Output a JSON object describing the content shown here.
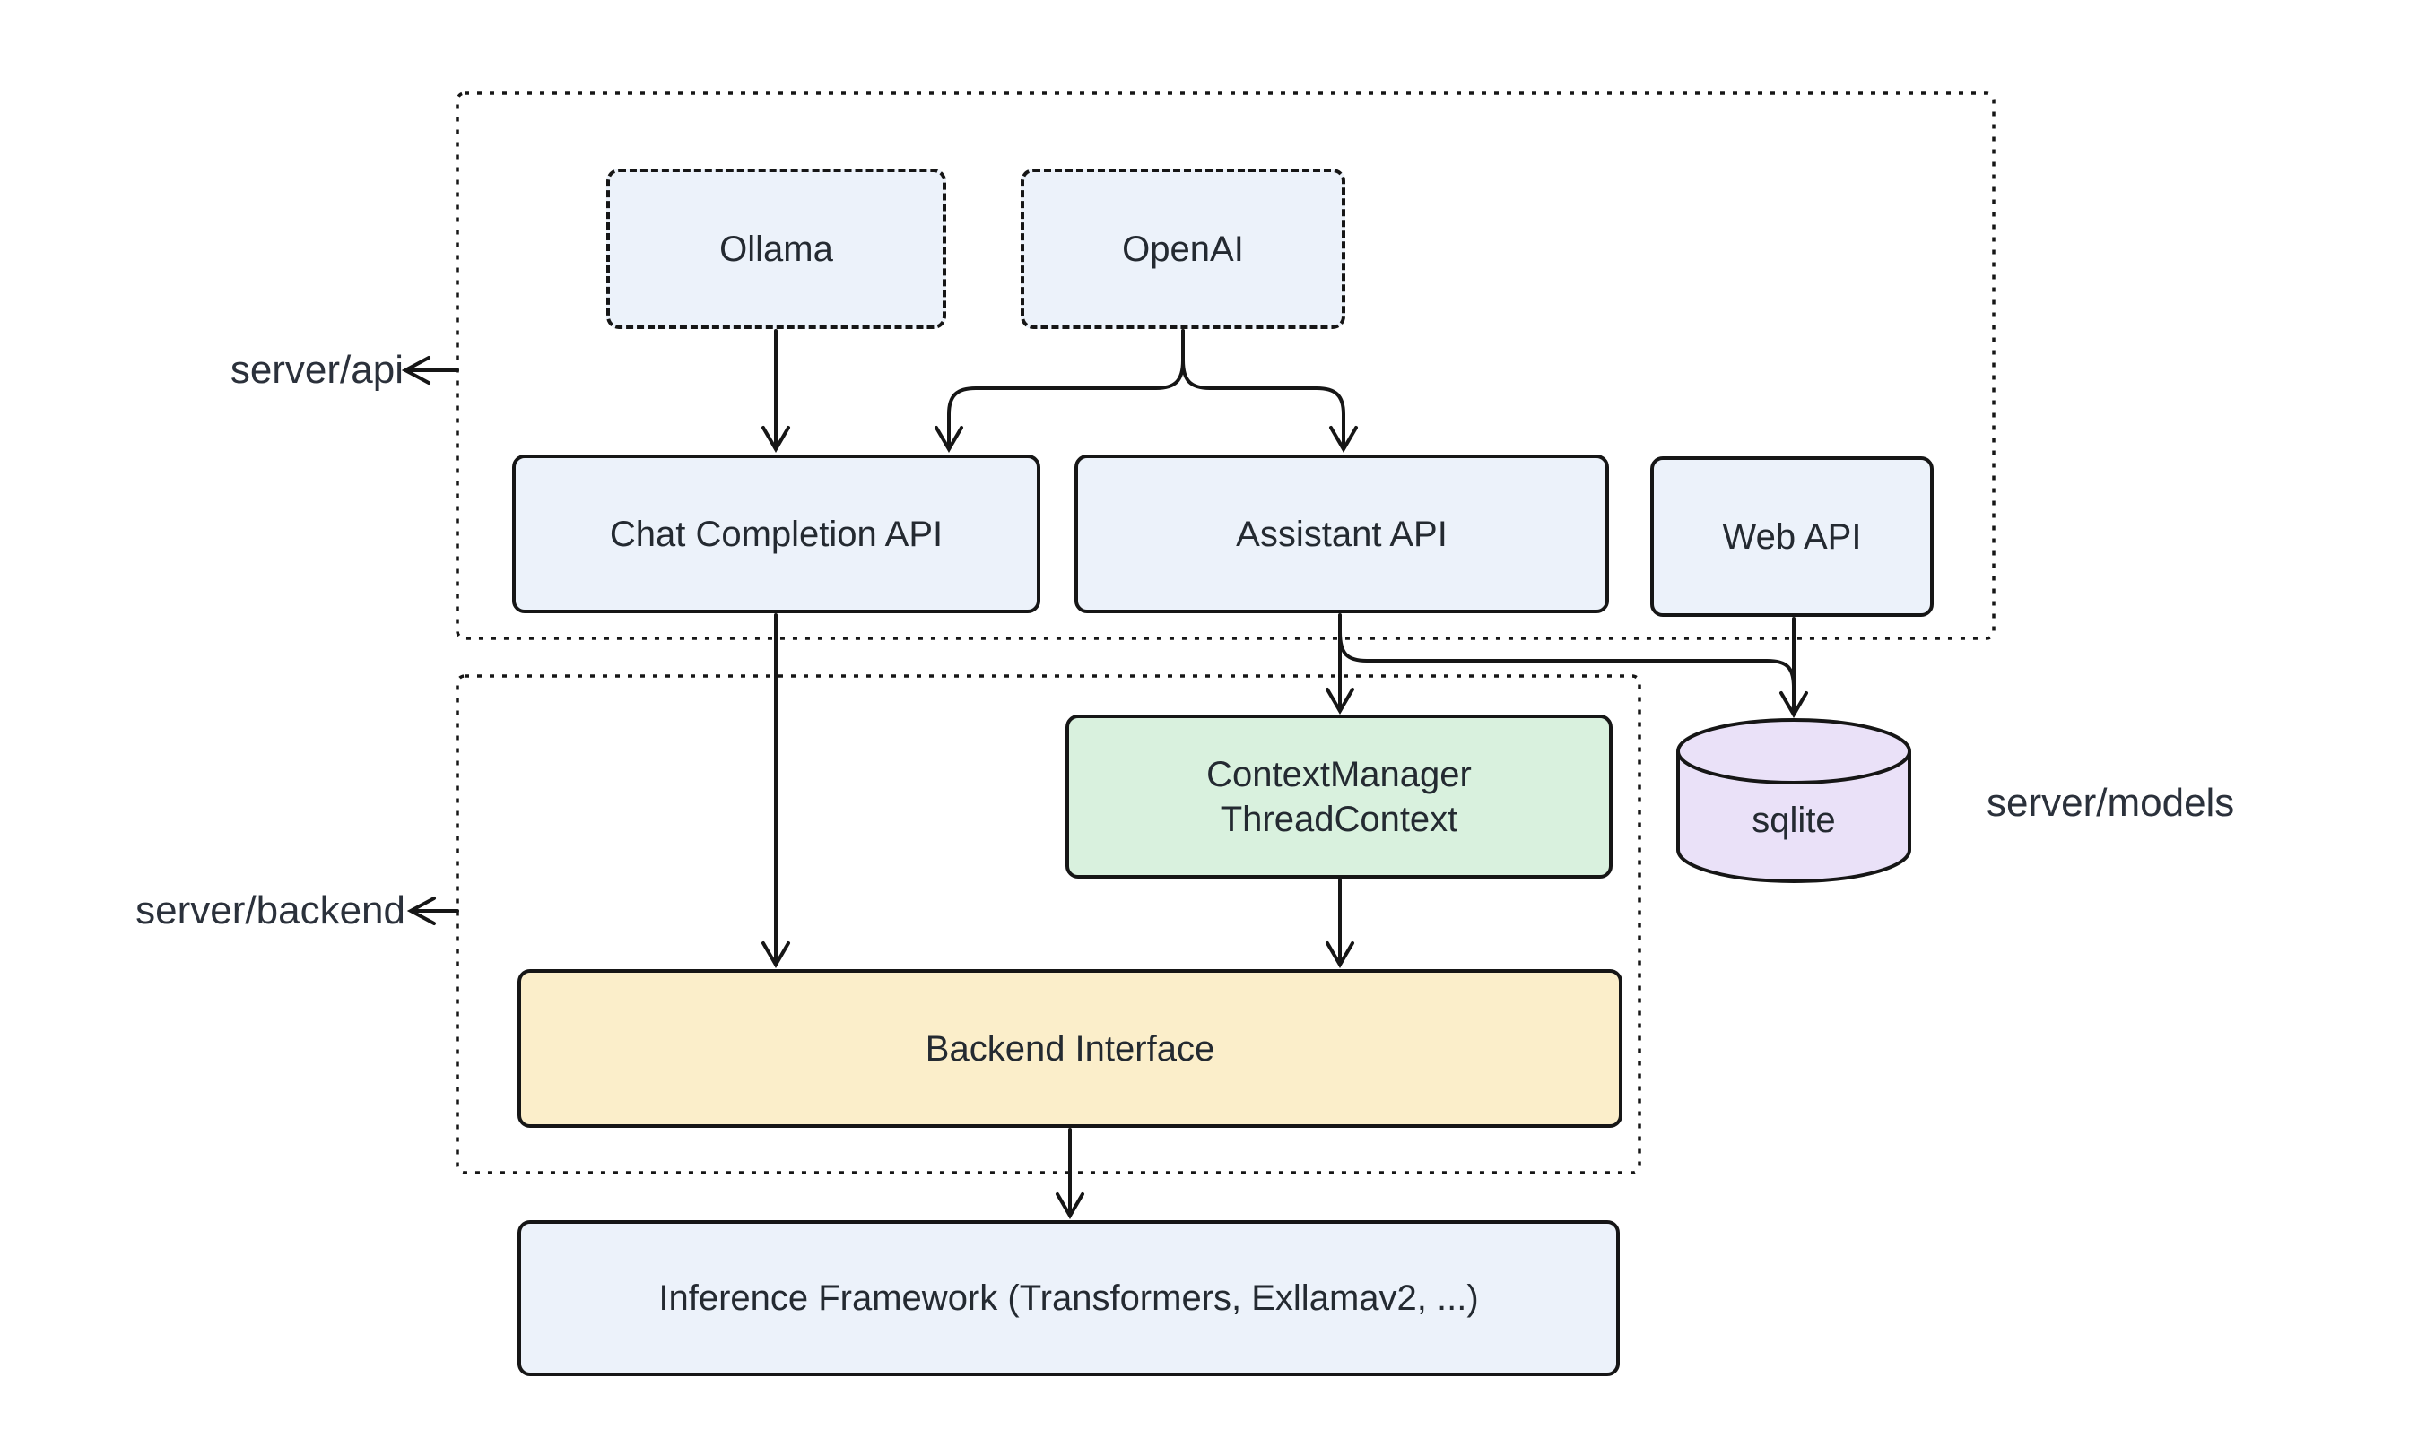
{
  "diagram": {
    "region_labels": {
      "server_api": "server/api",
      "server_backend": "server/backend",
      "server_models": "server/models"
    },
    "nodes": {
      "ollama": {
        "label": "Ollama"
      },
      "openai": {
        "label": "OpenAI"
      },
      "chat_completion_api": {
        "label": "Chat Completion API"
      },
      "assistant_api": {
        "label": "Assistant API"
      },
      "web_api": {
        "label": "Web API"
      },
      "context_manager": {
        "line1": "ContextManager",
        "line2": "ThreadContext"
      },
      "sqlite": {
        "label": "sqlite"
      },
      "backend_interface": {
        "label": "Backend Interface"
      },
      "inference_framework": {
        "label": "Inference Framework (Transformers, Exllamav2, ...)"
      }
    },
    "edges": [
      {
        "from": "ollama",
        "to": "chat_completion_api"
      },
      {
        "from": "openai",
        "to": "chat_completion_api"
      },
      {
        "from": "openai",
        "to": "assistant_api"
      },
      {
        "from": "chat_completion_api",
        "to": "backend_interface"
      },
      {
        "from": "assistant_api",
        "to": "context_manager"
      },
      {
        "from": "assistant_api",
        "to": "sqlite"
      },
      {
        "from": "web_api",
        "to": "sqlite"
      },
      {
        "from": "context_manager",
        "to": "backend_interface"
      },
      {
        "from": "backend_interface",
        "to": "inference_framework"
      }
    ],
    "colors": {
      "api_node_fill": "#ECF2FA",
      "context_node_fill": "#D9F1DE",
      "backend_node_fill": "#FBEECA",
      "database_fill": "#EAE1F8",
      "stroke": "#161616",
      "text": "#242A31",
      "background": "#FFFFFF"
    }
  }
}
